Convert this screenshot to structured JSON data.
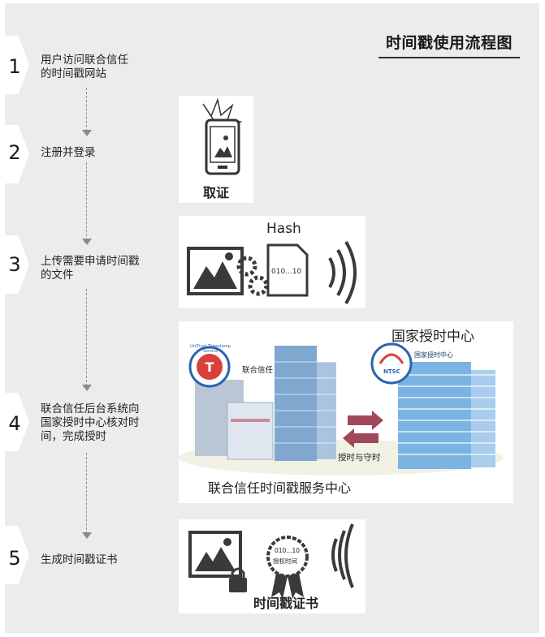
{
  "title": "时间戳使用流程图",
  "steps": [
    {
      "num": "1",
      "text": "用户访问联合信任\n的时间戳网站"
    },
    {
      "num": "2",
      "text": "注册并登录"
    },
    {
      "num": "3",
      "text": "上传需要申请时间戳\n的文件"
    },
    {
      "num": "4",
      "text": "联合信任后台系统向\n国家授时中心核对时\n间，完成授时"
    },
    {
      "num": "5",
      "text": "生成时间戳证书"
    }
  ],
  "cards": {
    "evidence": {
      "label": "取证"
    },
    "hash": {
      "label": "Hash",
      "doc_text": "010...10"
    },
    "service": {
      "ntsc_label": "国家授时中心",
      "building_left_sign": "联合信任",
      "building_right_sign": "国家授时中心",
      "logo_right_text": "NTSC",
      "logo_left_text": "UniTrust Timestamp Service",
      "exchange_label": "授时与守时",
      "center_label": "联合信任时间戳服务中心"
    },
    "certificate": {
      "label": "时间戳证书",
      "seal_line1": "010...10",
      "seal_line2": "授权时间"
    }
  },
  "colors": {
    "panel": "#ececec",
    "accent_red": "#a0485a",
    "building_blue": "#6aa7d8",
    "icon_dark": "#3a3a3a"
  }
}
